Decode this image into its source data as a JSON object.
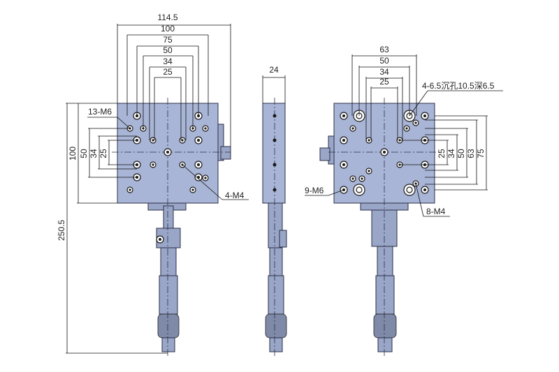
{
  "colors": {
    "body": "#a9b5d6",
    "outline": "#2a2f45",
    "text": "#222222",
    "background": "#ffffff"
  },
  "front_view": {
    "top_dims": [
      "114.5",
      "100",
      "75",
      "50",
      "34",
      "25"
    ],
    "left_dims": [
      "100",
      "50",
      "34",
      "25"
    ],
    "overall_height": "250.5",
    "callout_holes_m6": "13-M6",
    "callout_holes_m4": "4-M4"
  },
  "side_view": {
    "width_dim": "24"
  },
  "back_view": {
    "top_dims": [
      "63",
      "50",
      "34",
      "25"
    ],
    "right_dims": [
      "25",
      "34",
      "50",
      "63",
      "75"
    ],
    "callout_counterbore": "4-6.5沉孔10.5深6.5",
    "callout_holes_m6": "9-M6",
    "callout_holes_m4": "8-M4"
  }
}
